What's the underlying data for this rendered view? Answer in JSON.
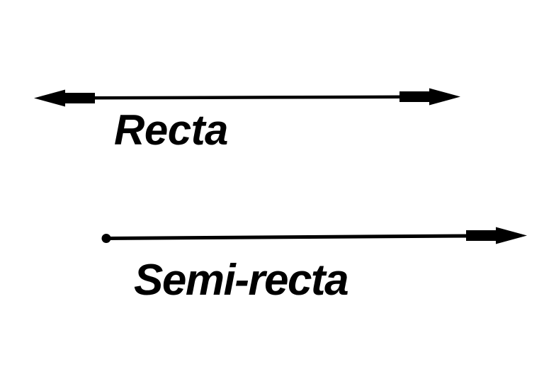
{
  "diagram": {
    "background_color": "#ffffff",
    "ink_color": "#000000",
    "figures": [
      {
        "type": "line",
        "label": "Recta"
      },
      {
        "type": "ray",
        "label": "Semi-recta"
      }
    ]
  }
}
